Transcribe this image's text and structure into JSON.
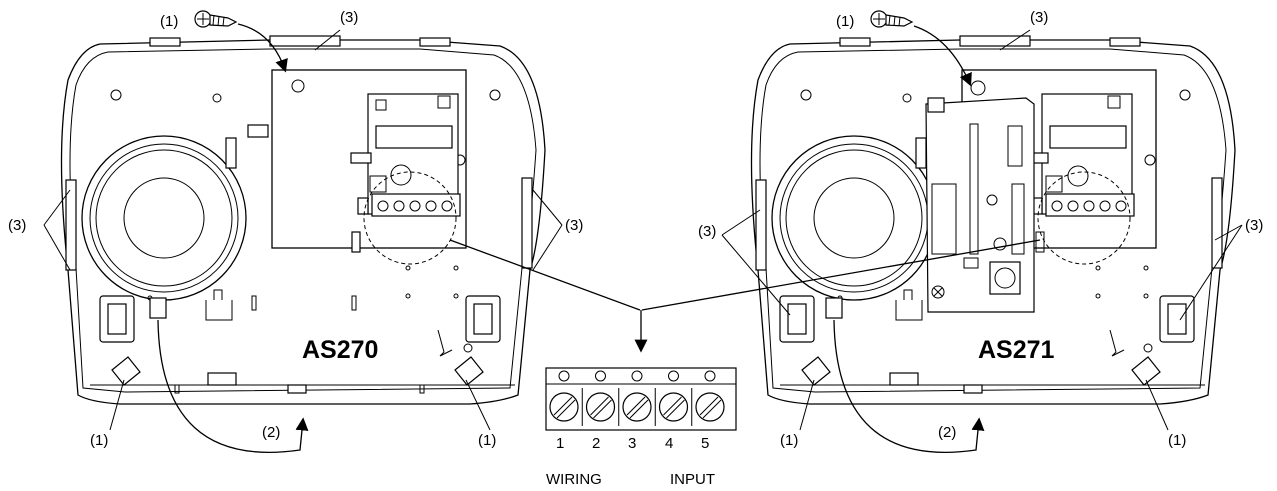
{
  "labels": {
    "screw": "(1)",
    "switch": "(2)",
    "tab": "(3)"
  },
  "units": [
    {
      "model": "AS270"
    },
    {
      "model": "AS271"
    }
  ],
  "terminal_block": {
    "numbers": [
      "1",
      "2",
      "3",
      "4",
      "5"
    ],
    "caption_left": "WIRING",
    "caption_right": "INPUT"
  }
}
